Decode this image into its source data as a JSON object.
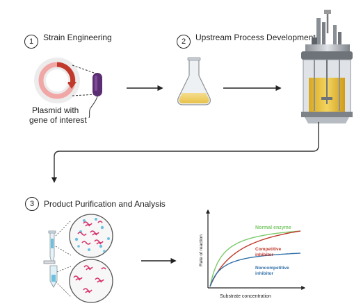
{
  "steps": [
    {
      "number": "1",
      "title": "Strain Engineering"
    },
    {
      "number": "2",
      "title": "Upstream Process Development"
    },
    {
      "number": "3",
      "title": "Product Purification and Analysis"
    }
  ],
  "plasmid_caption": {
    "line1": "Plasmid with",
    "line2": "gene of interest"
  },
  "chart_data": {
    "type": "line",
    "xlabel": "Substrate concentration",
    "ylabel": "Rate of reaction",
    "series": [
      {
        "name": "Normal enzyme",
        "color": "#7cc96a",
        "vmax": 1.0,
        "km": 0.14
      },
      {
        "name": "Competitive inhibitor",
        "color": "#c0392b",
        "vmax": 1.0,
        "km": 0.35
      },
      {
        "name": "Noncompetitive inhibitor",
        "color": "#2f6fa8",
        "vmax": 0.6,
        "km": 0.14
      }
    ],
    "curve_labels": {
      "normal": "Normal enzyme",
      "competitive_line1": "Competitive",
      "competitive_line2": "inhibitor",
      "noncompetitive_line1": "Noncompetitive",
      "noncompetitive_line2": "inhibitor"
    }
  },
  "colors": {
    "arrow": "#222222",
    "flow_arrow": "#333333",
    "bacterium": "#5b2d73",
    "plasmid": "#f2a7a7",
    "plasmid_arrow": "#c0392b",
    "culture": "#e8c24a"
  }
}
